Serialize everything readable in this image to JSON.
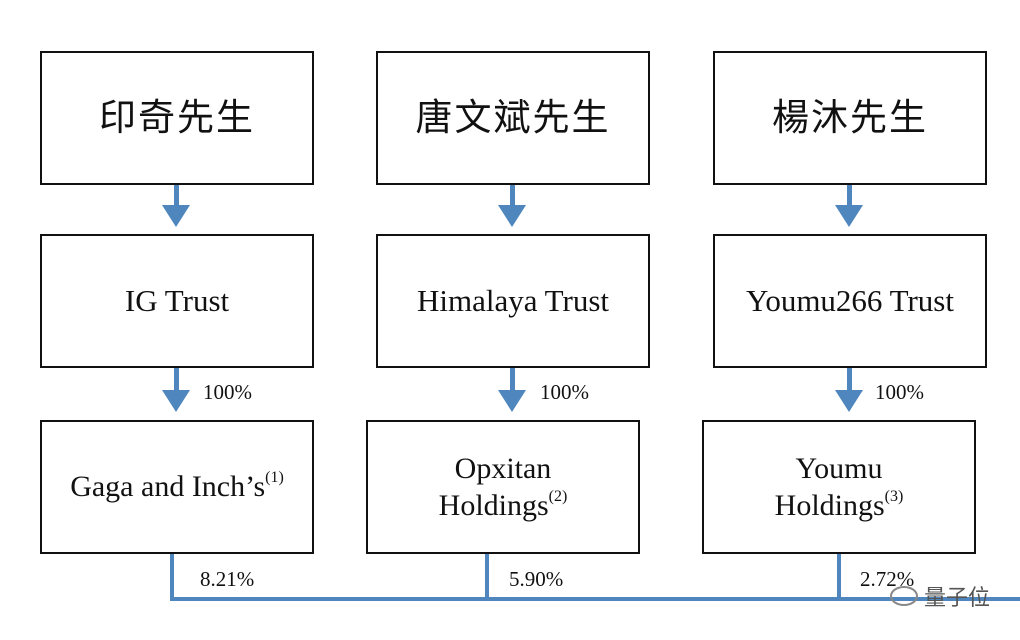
{
  "row1": [
    "印奇先生",
    "唐文斌先生",
    "楊沐先生"
  ],
  "row2": [
    "IG Trust",
    "Himalaya Trust",
    "Youmu266 Trust"
  ],
  "row2_pct": [
    "100%",
    "100%",
    "100%"
  ],
  "row3": [
    {
      "line1": "Gaga and Inch’s",
      "line2": "",
      "note": "(1)"
    },
    {
      "line1": "Opxitan",
      "line2": "Holdings",
      "note": "(2)"
    },
    {
      "line1": "Youmu",
      "line2": "Holdings",
      "note": "(3)"
    }
  ],
  "row3_pct": [
    "8.21%",
    "5.90%",
    "2.72%"
  ],
  "watermark": "量子位",
  "colors": {
    "connector": "#4e86bd",
    "border": "#111111"
  }
}
